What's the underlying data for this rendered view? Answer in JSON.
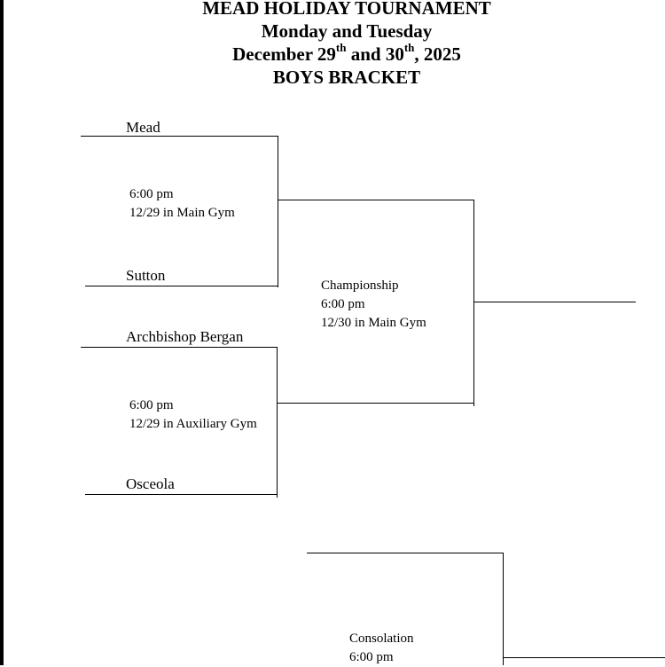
{
  "header": {
    "title": "MEAD HOLIDAY TOURNAMENT",
    "days": "Monday and Tuesday",
    "dates_prefix": "December 29",
    "dates_sup1": "th",
    "dates_middle": " and 30",
    "dates_sup2": "th",
    "dates_suffix": ", 2025",
    "bracket_label": "BOYS BRACKET"
  },
  "bracket": {
    "teams": [
      "Mead",
      "Sutton",
      "Archbishop Bergan",
      "Osceola"
    ],
    "games": [
      {
        "time": "6:00 pm",
        "location": "12/29 in Main Gym"
      },
      {
        "time": "6:00 pm",
        "location": "12/29 in Auxiliary Gym"
      }
    ],
    "championship": {
      "label": "Championship",
      "time": "6:00 pm",
      "location": "12/30 in Main Gym"
    },
    "consolation": {
      "label": "Consolation",
      "time": "6:00 pm"
    }
  }
}
